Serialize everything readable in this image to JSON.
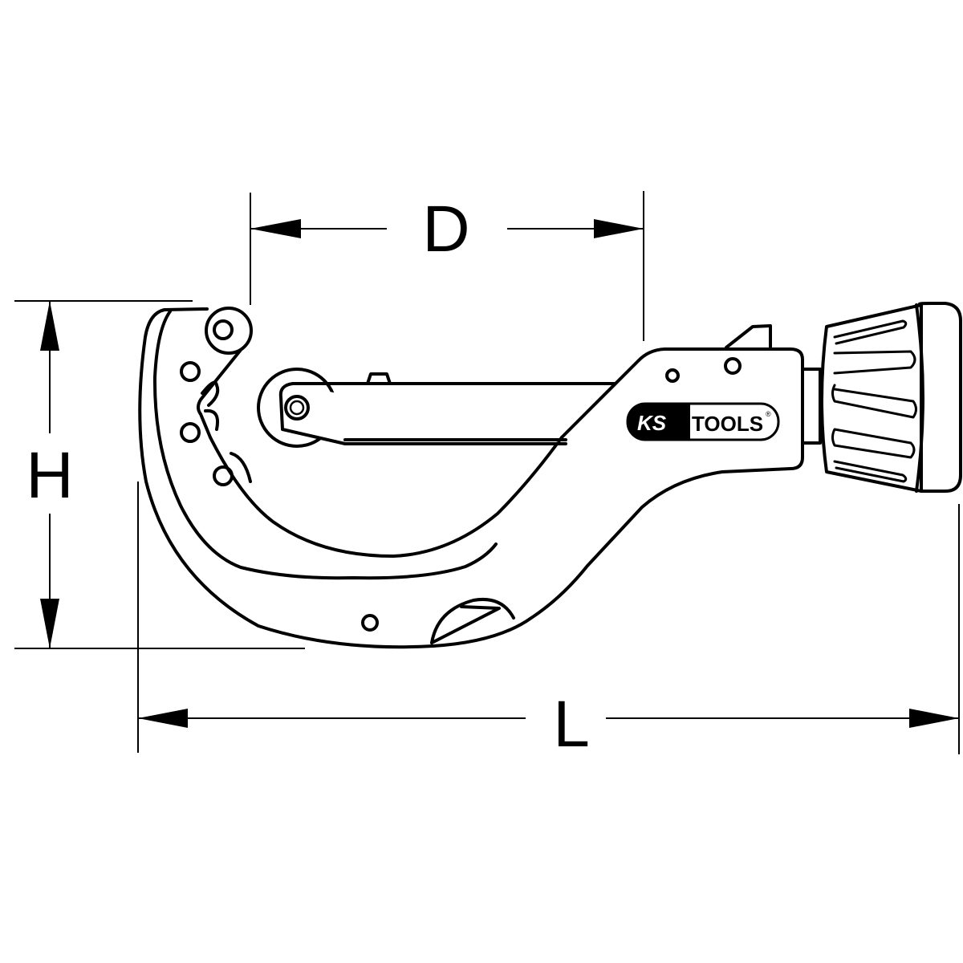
{
  "dimensions": {
    "diameter_label": "D",
    "height_label": "H",
    "length_label": "L"
  },
  "logo": {
    "brand_left": "KS",
    "brand_right": "TOOLS",
    "mark": "®"
  },
  "colors": {
    "line": "#000000",
    "background": "#ffffff"
  }
}
